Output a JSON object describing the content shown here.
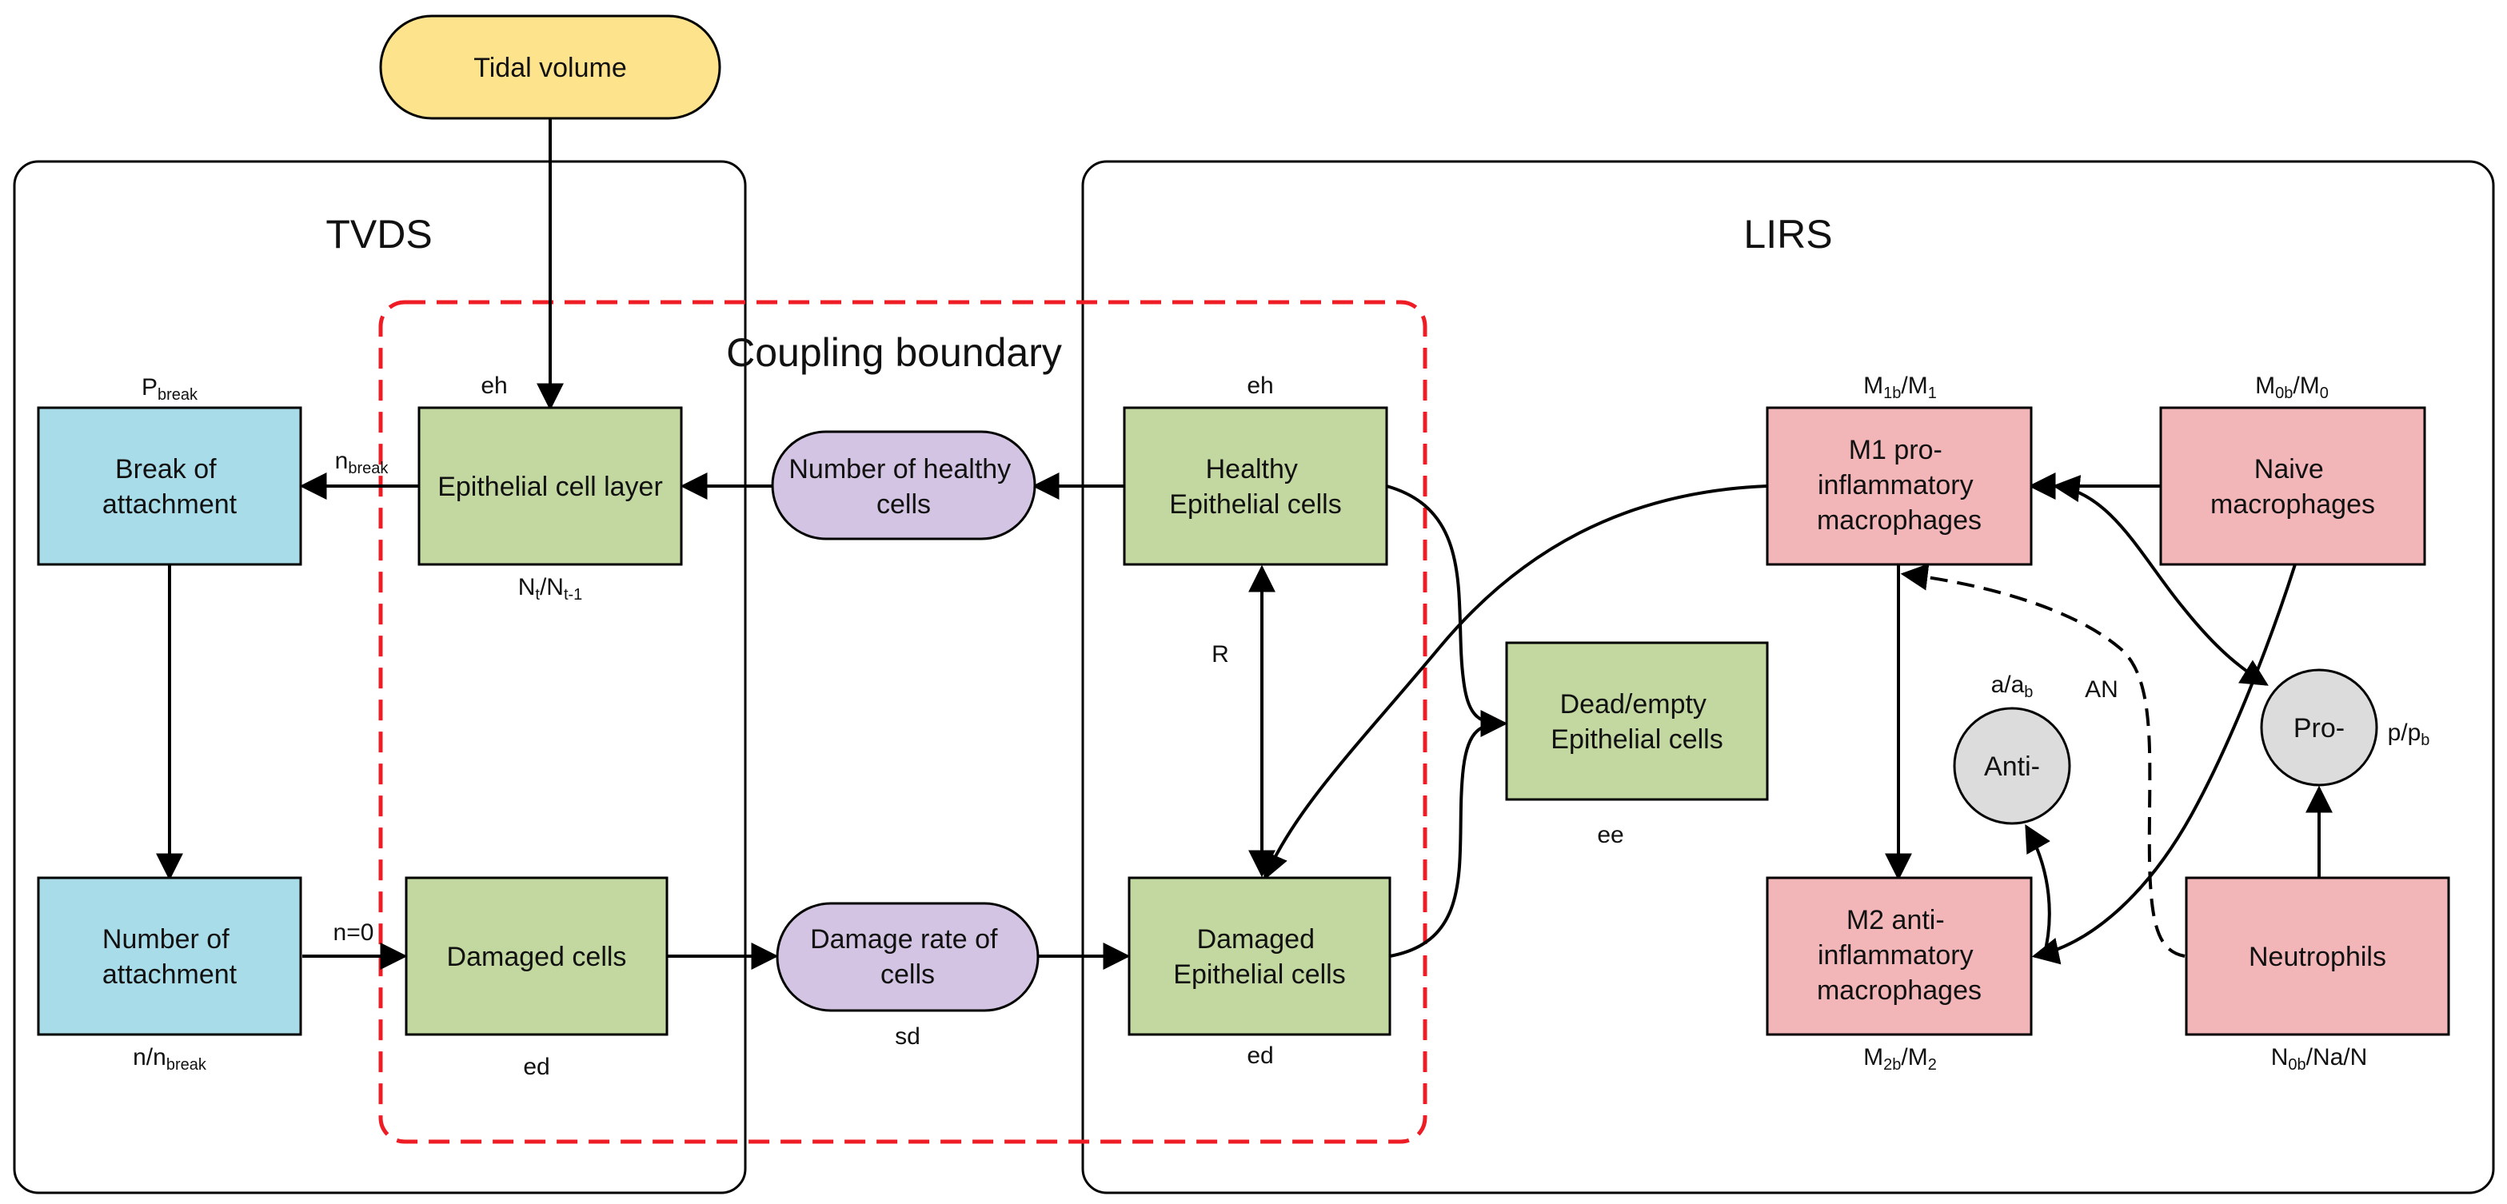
{
  "tidal_volume": "Tidal volume",
  "groups": {
    "tvds": "TVDS",
    "lirs": "LIRS"
  },
  "coupling_boundary": "Coupling boundary",
  "nodes": {
    "break_attachment": [
      "Break of",
      "attachment"
    ],
    "number_attachment": [
      "Number of",
      "attachment"
    ],
    "epithelial_layer": [
      "Epithelial cell layer"
    ],
    "damaged_cells_tvds": [
      "Damaged cells"
    ],
    "number_healthy": [
      "Number of healthy",
      "cells"
    ],
    "damage_rate": [
      "Damage rate of",
      "cells"
    ],
    "healthy_epithelial": [
      "Healthy",
      "Epithelial cells"
    ],
    "damaged_epithelial": [
      "Damaged",
      "Epithelial cells"
    ],
    "dead_empty": [
      "Dead/empty",
      "Epithelial cells"
    ],
    "m1": [
      "M1 pro-",
      "inflammatory",
      "macrophages"
    ],
    "naive": [
      "Naive",
      "macrophages"
    ],
    "m2": [
      "M2 anti-",
      "inflammatory",
      "macrophages"
    ],
    "neutrophils": [
      "Neutrophils"
    ],
    "anti": [
      "Anti-"
    ],
    "pro": [
      "Pro-"
    ]
  },
  "labels": {
    "p_break": {
      "main": "P",
      "sub": "break"
    },
    "n_break": {
      "main": "n",
      "sub": "break"
    },
    "n_over_nbreak": {
      "main": "n/n",
      "sub": "break"
    },
    "n_eq_0": "n=0",
    "eh_left": "eh",
    "nt": {
      "a": "N",
      "a_sub": "t",
      "b": "/N",
      "b_sub": "t-1"
    },
    "ed_left": "ed",
    "sd": "sd",
    "eh_right": "eh",
    "ed_right": "ed",
    "r": "R",
    "ee": "ee",
    "m1b": {
      "a": "M",
      "a_sub": "1b",
      "b": "/M",
      "b_sub": "1"
    },
    "m0b": {
      "a": "M",
      "a_sub": "0b",
      "b": "/M",
      "b_sub": "0"
    },
    "m2b": {
      "a": "M",
      "a_sub": "2b",
      "b": "/M",
      "b_sub": "2"
    },
    "n0b": {
      "a": "N",
      "a_sub": "0b",
      "b": "/Na/N"
    },
    "a_ab": {
      "a": "a/a",
      "a_sub": "b"
    },
    "an": "AN",
    "p_pb": {
      "a": "p/p",
      "a_sub": "b"
    }
  },
  "colors": {
    "blue": "#a9dce9",
    "green": "#c2d8a0",
    "purple": "#d2c4e2",
    "pink": "#f2b6b8",
    "yellow": "#fde38c",
    "grey": "#dcdcdc",
    "red_dash": "#ee1c24"
  }
}
